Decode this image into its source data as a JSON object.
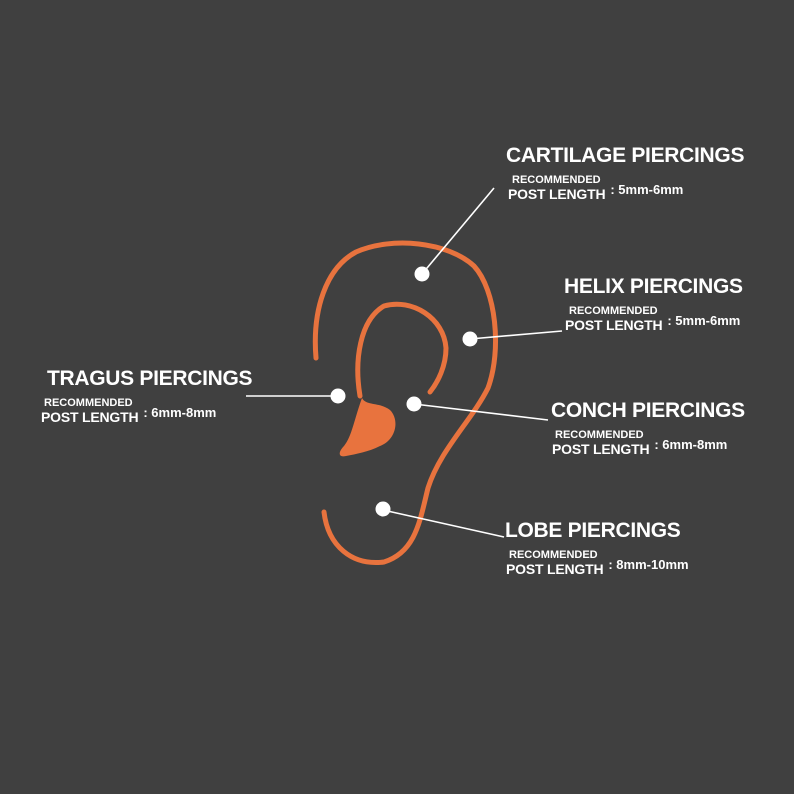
{
  "colors": {
    "background": "#404040",
    "ear": "#e8733e",
    "text": "#ffffff",
    "marker": "#ffffff"
  },
  "labels": {
    "cartilage": {
      "title": "CARTILAGE PIERCINGS",
      "recommended": "RECOMMENDED",
      "post_length": "POST LENGTH",
      "value": ": 5mm-6mm"
    },
    "helix": {
      "title": "HELIX PIERCINGS",
      "recommended": "RECOMMENDED",
      "post_length": "POST LENGTH",
      "value": ": 5mm-6mm"
    },
    "tragus": {
      "title": "TRAGUS PIERCINGS",
      "recommended": "RECOMMENDED",
      "post_length": "POST LENGTH",
      "value": ": 6mm-8mm"
    },
    "conch": {
      "title": "CONCH PIERCINGS",
      "recommended": "RECOMMENDED",
      "post_length": "POST LENGTH",
      "value": ": 6mm-8mm"
    },
    "lobe": {
      "title": "LOBE PIERCINGS",
      "recommended": "RECOMMENDED",
      "post_length": "POST LENGTH",
      "value": ": 8mm-10mm"
    }
  }
}
